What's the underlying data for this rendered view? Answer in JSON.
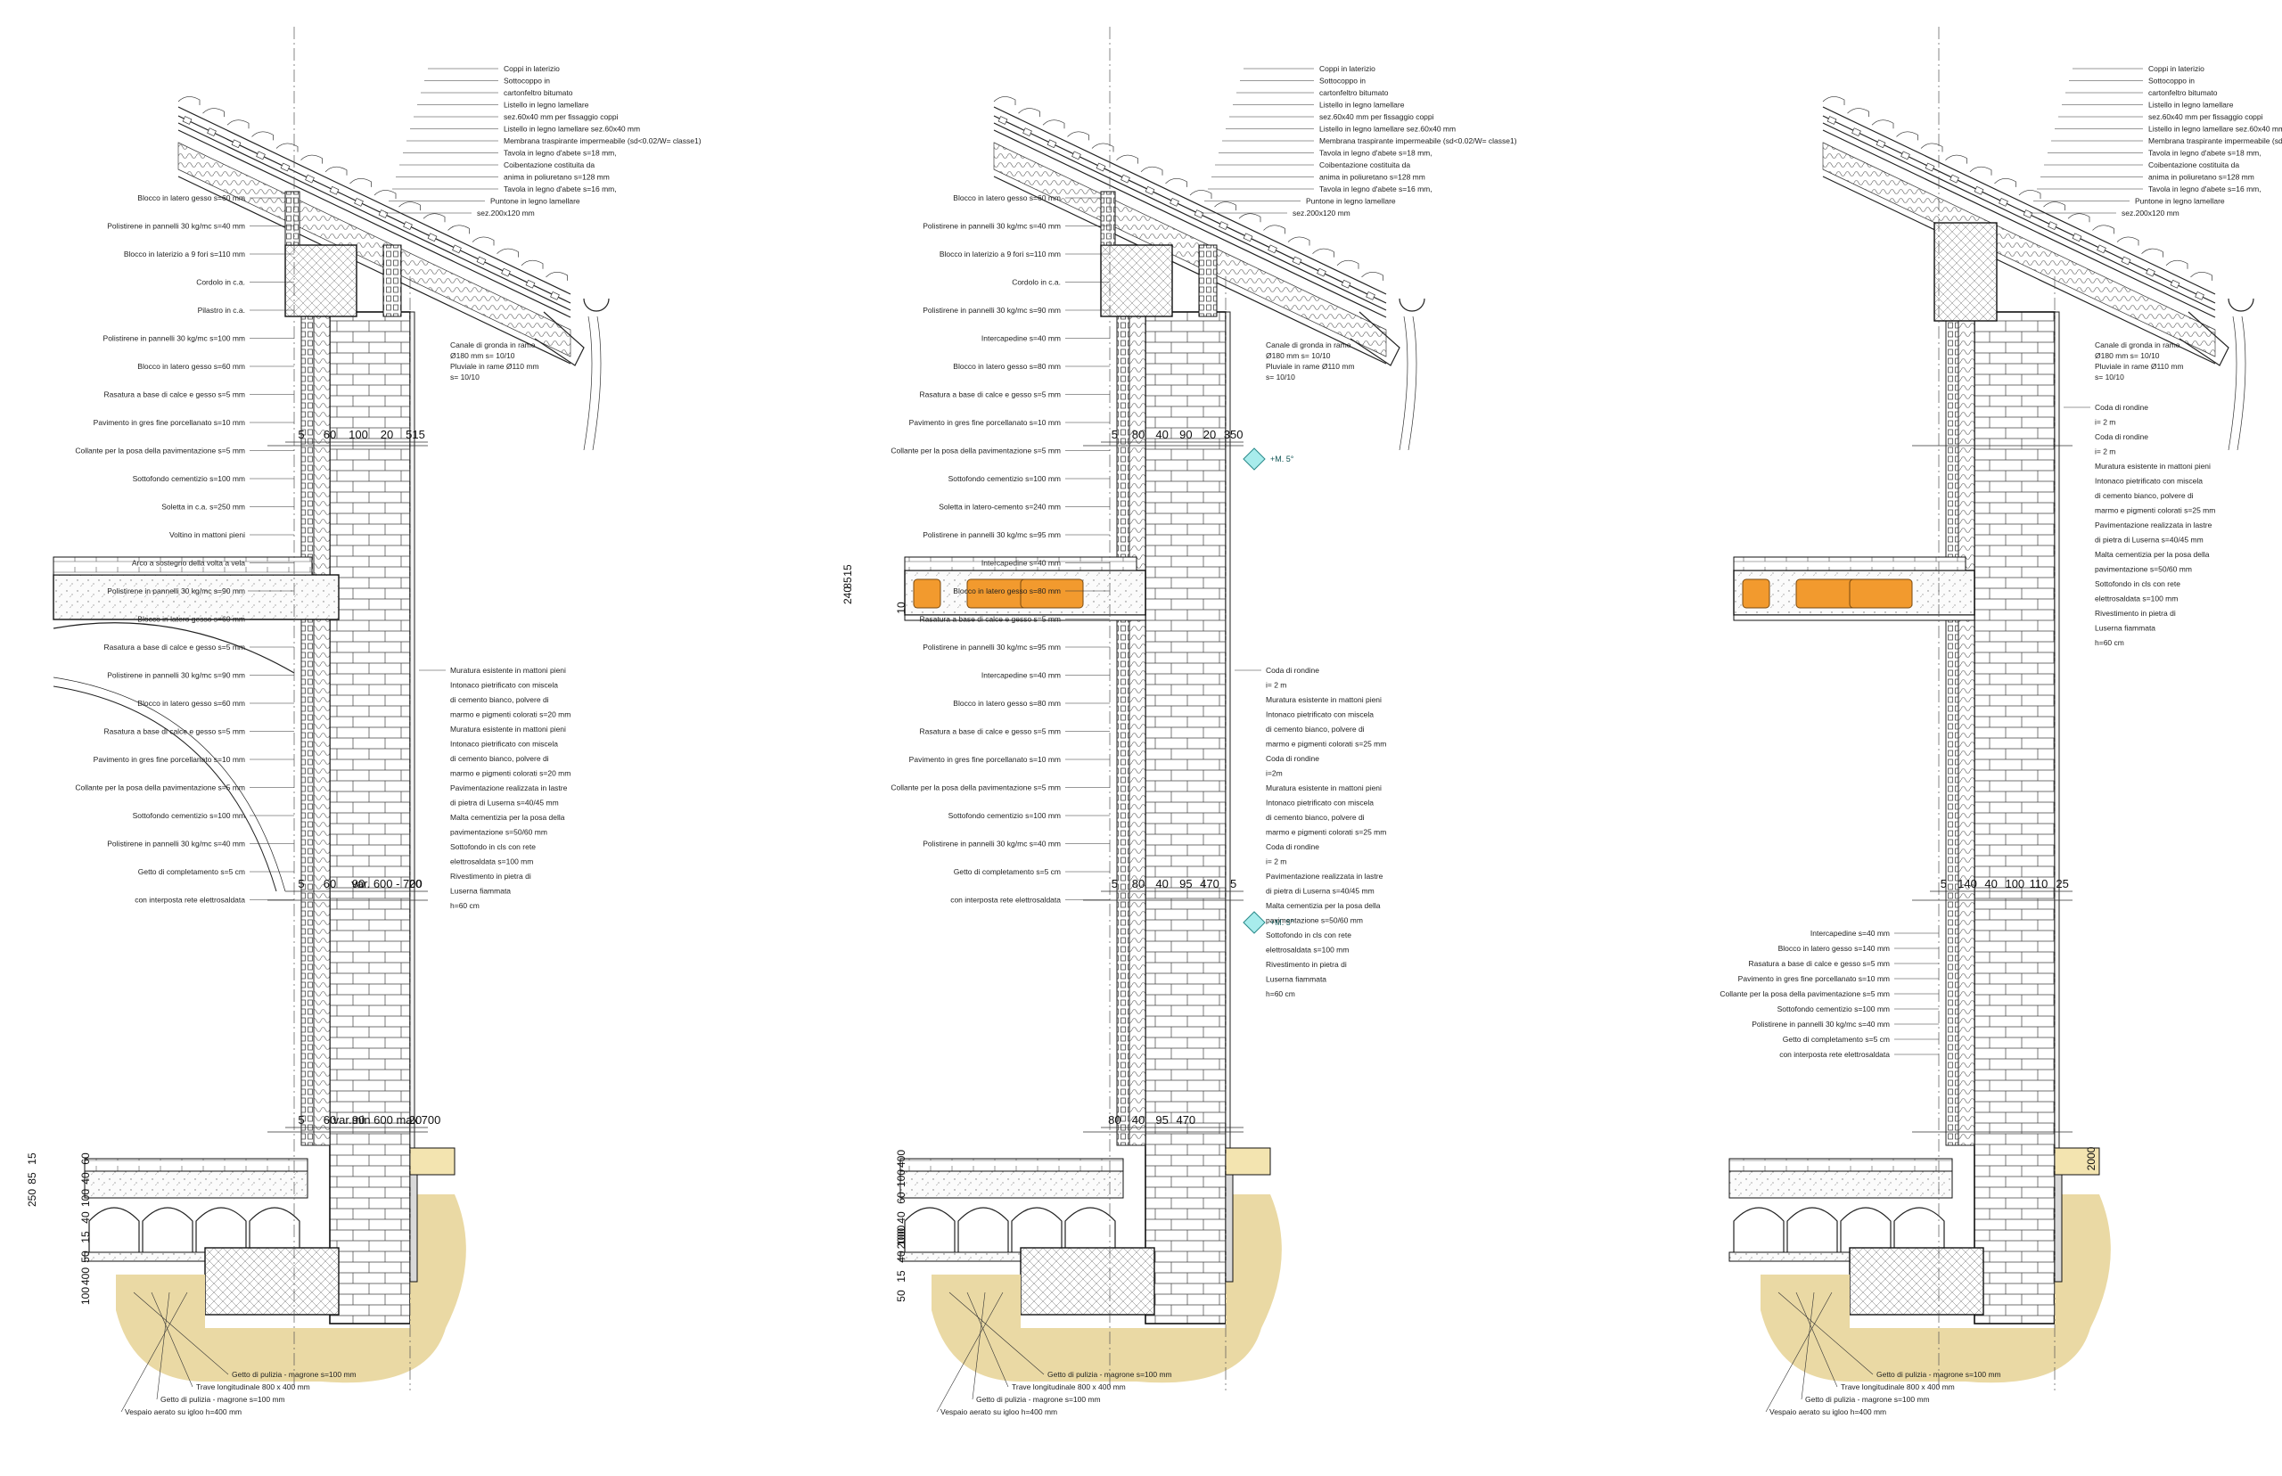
{
  "sections": [
    {
      "id": "left",
      "labels_left": [
        "Blocco in latero gesso s=60 mm",
        "Polistirene in pannelli 30 kg/mc s=40 mm",
        "Blocco in laterizio a 9 fori s=110 mm",
        "Cordolo in c.a.",
        "Pilastro in c.a.",
        "Polistirene in pannelli 30 kg/mc s=100 mm",
        "Blocco in latero gesso s=60 mm",
        "Rasatura a base di calce e gesso s=5 mm",
        "Pavimento in gres fine porcellanato s=10 mm",
        "Collante per la posa della pavimentazione s=5 mm",
        "Sottofondo cementizio s=100 mm",
        "Soletta in c.a. s=250 mm",
        "Voltino in mattoni pieni",
        "Arco a sostegno della volta a vela",
        "Polistirene in pannelli 30 kg/mc s=90 mm",
        "Blocco in latero gesso s=60 mm",
        "Rasatura a base di calce e gesso s=5 mm",
        "Polistirene in pannelli 30 kg/mc s=90 mm",
        "Blocco in latero gesso s=60 mm",
        "Rasatura a base di calce e gesso s=5 mm",
        "Pavimento in gres fine porcellanato s=10 mm",
        "Collante per la posa della pavimentazione s=5 mm",
        "Sottofondo cementizio s=100 mm",
        "Polistirene in pannelli 30 kg/mc s=40 mm",
        "Getto di completamento s=5 cm",
        "con interposta rete elettrosaldata"
      ],
      "labels_right": [
        "Muratura esistente in mattoni pieni",
        "Intonaco pietrificato con miscela",
        "di cemento bianco, polvere di",
        "marmo e pigmenti colorati s=20 mm",
        "Muratura esistente in mattoni pieni",
        "Intonaco pietrificato con miscela",
        "di cemento bianco, polvere di",
        "marmo e pigmenti colorati s=20 mm",
        "Pavimentazione realizzata in lastre",
        "di pietra di Luserna s=40/45 mm",
        "Malta cementizia per la posa della",
        "pavimentazione s=50/60 mm",
        "Sottofondo in cls con rete",
        "elettrosaldata s=100 mm",
        "Rivestimento in pietra di",
        "Luserna fiammata",
        "h=60 cm"
      ],
      "labels_bottom": [
        "Getto di pulizia - magrone s=100 mm",
        "Trave longitudinale 800 x 400 mm",
        "Getto di pulizia - magrone s=100 mm",
        "Vespaio aerato su igloo h=400 mm"
      ],
      "dims": [
        "5",
        "60",
        "100",
        "20",
        "515",
        "5",
        "60",
        "90",
        "var. 600 - 700",
        "20",
        "5",
        "60",
        "90",
        "var.min 600 max 700",
        "20"
      ],
      "vdims": [
        "15",
        "85",
        "250",
        "40",
        "15",
        "50",
        "400",
        "100",
        "60",
        "40",
        "100"
      ]
    },
    {
      "id": "middle",
      "labels_left": [
        "Blocco in latero gesso s=60 mm",
        "Polistirene in pannelli 30 kg/mc s=40 mm",
        "Blocco in laterizio a 9 fori s=110 mm",
        "Cordolo in c.a.",
        "Polistirene in pannelli 30 kg/mc s=90 mm",
        "Intercapedine s=40 mm",
        "Blocco in latero gesso s=80 mm",
        "Rasatura a base di calce e gesso s=5 mm",
        "Pavimento in gres fine porcellanato s=10 mm",
        "Collante per la posa della pavimentazione s=5 mm",
        "Sottofondo cementizio s=100 mm",
        "Soletta in latero-cemento s=240 mm",
        "Polistirene in pannelli 30 kg/mc s=95 mm",
        "Intercapedine s=40 mm",
        "Blocco in latero gesso s=80 mm",
        "Rasatura a base di calce e gesso s=5 mm",
        "Polistirene in pannelli 30 kg/mc s=95 mm",
        "Intercapedine s=40 mm",
        "Blocco in latero gesso s=80 mm",
        "Rasatura a base di calce e gesso s=5 mm",
        "Pavimento in gres fine porcellanato s=10 mm",
        "Collante per la posa della pavimentazione s=5 mm",
        "Sottofondo cementizio s=100 mm",
        "Polistirene in pannelli 30 kg/mc s=40 mm",
        "Getto di completamento s=5 cm",
        "con interposta rete elettrosaldata"
      ],
      "labels_right": [
        "Coda di rondine",
        "i= 2 m",
        "Muratura esistente in mattoni pieni",
        "Intonaco pietrificato con miscela",
        "di cemento bianco, polvere di",
        "marmo e pigmenti colorati s=25 mm",
        "Coda di rondine",
        "i=2m",
        "Muratura esistente in mattoni pieni",
        "Intonaco pietrificato con miscela",
        "di cemento bianco, polvere di",
        "marmo e pigmenti colorati s=25 mm",
        "Coda di rondine",
        "i= 2 m",
        "Pavimentazione realizzata in lastre",
        "di pietra di Luserna s=40/45 mm",
        "Malta cementizia per la posa della",
        "pavimentazione s=50/60 mm",
        "Sottofondo in cls con rete",
        "elettrosaldata s=100 mm",
        "Rivestimento in pietra di",
        "Luserna fiammata",
        "h=60 cm"
      ],
      "labels_bottom": [
        "Getto di pulizia - magrone s=100 mm",
        "Trave longitudinale 800 x 400 mm",
        "Getto di pulizia - magrone s=100 mm",
        "Vespaio aerato su igloo h=400 mm"
      ],
      "dims": [
        "5",
        "80",
        "40",
        "90",
        "20",
        "350",
        "5",
        "80",
        "40",
        "95",
        "470",
        "5",
        "80",
        "40",
        "95",
        "470"
      ],
      "vdims": [
        "15",
        "85",
        "240",
        "10",
        "2000",
        "40",
        "15",
        "50",
        "400",
        "100",
        "60",
        "40",
        "100"
      ],
      "level_tags": [
        "+M. 5°",
        "+M. 5°"
      ]
    },
    {
      "id": "right",
      "labels_left": [
        "Intercapedine s=40 mm",
        "Blocco in latero gesso s=140 mm",
        "Rasatura a base di calce e gesso s=5 mm",
        "Pavimento in gres fine porcellanato s=10 mm",
        "Collante per la posa della pavimentazione s=5 mm",
        "Sottofondo cementizio s=100 mm",
        "Polistirene in pannelli 30 kg/mc s=40 mm",
        "Getto di completamento s=5 cm",
        "con interposta rete elettrosaldata"
      ],
      "labels_right": [
        "Coda di rondine",
        "i= 2 m",
        "Coda di rondine",
        "i= 2 m",
        "Muratura esistente in mattoni pieni",
        "Intonaco pietrificato con miscela",
        "di cemento bianco, polvere di",
        "marmo e pigmenti colorati s=25 mm",
        "Pavimentazione realizzata in lastre",
        "di pietra di Luserna s=40/45 mm",
        "Malta cementizia per la posa della",
        "pavimentazione s=50/60 mm",
        "Sottofondo in cls con rete",
        "elettrosaldata s=100 mm",
        "Rivestimento in pietra di",
        "Luserna fiammata",
        "h=60 cm"
      ],
      "labels_bottom": [
        "Getto di pulizia - magrone s=100 mm",
        "Trave longitudinale 800 x 400 mm",
        "Getto di pulizia - magrone s=100 mm",
        "Vespaio aerato su igloo h=400 mm"
      ],
      "dims": [
        "5",
        "140",
        "40",
        "100",
        "110",
        "25"
      ],
      "vdims": [
        "2000"
      ]
    }
  ],
  "roof_labels": [
    "Coppi in laterizio",
    "Sottocoppo in",
    "cartonfeltro bitumato",
    "Listello in legno lamellare",
    "sez.60x40 mm per fissaggio coppi",
    "Listello in legno lamellare sez.60x40 mm",
    "Membrana traspirante impermeabile (sd<0.02/W= classe1)",
    "Tavola in legno d'abete s=18 mm,",
    "Coibentazione costituita da",
    "anima in poliuretano s=128 mm",
    "Tavola in legno d'abete s=16 mm,",
    "Puntone in legno lamellare",
    "sez.200x120 mm",
    "Canale di gronda in rame",
    "Ø180 mm s= 10/10",
    "Pluviale in rame Ø110 mm",
    "s= 10/10"
  ],
  "colors": {
    "ground": "#ead9a4",
    "insulation": "#f29a2e",
    "tag": "#a8ecec",
    "line": "#222222"
  }
}
